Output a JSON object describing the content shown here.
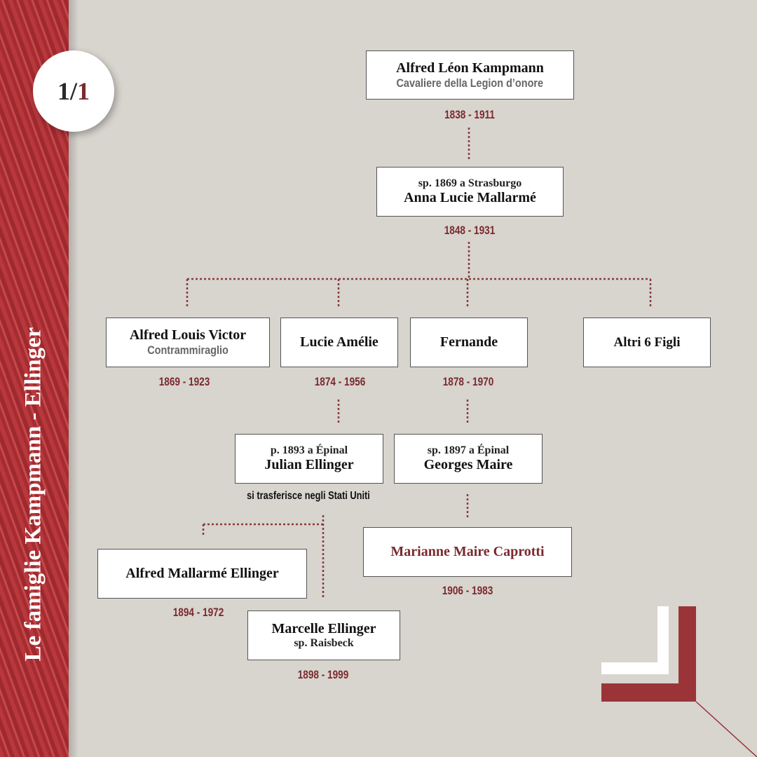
{
  "side_title": "Le famiglie Kampmann - Ellinger",
  "page_badge": {
    "current": "1",
    "separator": "/",
    "total": "1"
  },
  "colors": {
    "accent": "#9b3438",
    "date": "#7a2a2e",
    "background": "#d8d4ce"
  },
  "people": {
    "alfred_leon": {
      "title": "Alfred Léon Kampmann",
      "subtitle": "Cavaliere della Legion d’onore",
      "dates": "1838 - 1911"
    },
    "anna_lucie": {
      "pre": "sp. 1869 a Strasburgo",
      "title": "Anna Lucie Mallarmé",
      "dates": "1848 - 1931"
    },
    "alfred_louis": {
      "title": "Alfred Louis Victor",
      "subtitle": "Contrammiraglio",
      "dates": "1869 - 1923"
    },
    "lucie_amelie": {
      "title": "Lucie Amélie",
      "dates": "1874 - 1956"
    },
    "fernande": {
      "title": "Fernande",
      "dates": "1878 - 1970"
    },
    "altri": {
      "title": "Altri 6 Figli"
    },
    "julian": {
      "pre": "p. 1893 a Épinal",
      "title": "Julian Ellinger",
      "note": "si trasferisce negli Stati Uniti"
    },
    "georges": {
      "pre": "sp. 1897 a Épinal",
      "title": "Georges Maire"
    },
    "marianne": {
      "title": "Marianne Maire Caprotti",
      "dates": "1906 -  1983"
    },
    "alfred_mallarme": {
      "title": "Alfred Mallarmé Ellinger",
      "dates": "1894 - 1972"
    },
    "marcelle": {
      "title": "Marcelle Ellinger",
      "subtitle": "sp. Raisbeck",
      "dates": "1898 - 1999"
    }
  }
}
